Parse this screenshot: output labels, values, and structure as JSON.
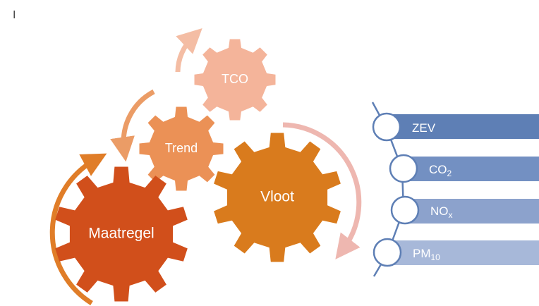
{
  "gears": [
    {
      "id": "maatregel",
      "label": "Maatregel",
      "color": "#d14f1b"
    },
    {
      "id": "trend",
      "label": "Trend",
      "color": "#eb9156"
    },
    {
      "id": "tco",
      "label": "TCO",
      "color": "#f4b49a"
    },
    {
      "id": "vloot",
      "label": "Vloot",
      "color": "#d97b1d"
    }
  ],
  "arrows": {
    "maatregel_color": "#e07d28",
    "trend_color": "#eb9c66",
    "tco_color": "#f4bda4",
    "vloot_color": "#eeb7b0"
  },
  "bars": [
    {
      "id": "zev",
      "label": "ZEV",
      "sub": "",
      "color": "#5e7fb5"
    },
    {
      "id": "co2",
      "label": "CO",
      "sub": "2",
      "color": "#7390c2"
    },
    {
      "id": "nox",
      "label": "NO",
      "sub": "x",
      "color": "#8ca2cc"
    },
    {
      "id": "pm10",
      "label": "PM",
      "sub": "10",
      "color": "#a7b8d9"
    }
  ],
  "connector_color": "#5e7fb5",
  "corner_mark": "I"
}
